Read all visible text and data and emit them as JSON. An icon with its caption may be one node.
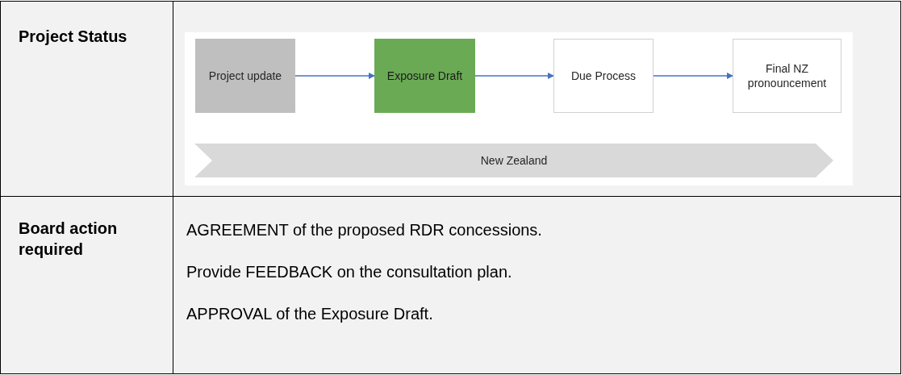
{
  "diagram": {
    "nodes": [
      {
        "text": [
          "Project update"
        ]
      },
      {
        "text": [
          "Exposure Draft"
        ]
      },
      {
        "text": [
          "Due Process"
        ]
      },
      {
        "text": [
          "Final NZ pronouncement"
        ]
      },
      {
        "text": [
          "New Zealand"
        ]
      }
    ],
    "edges": [
      {
        "from": 0,
        "to": 1,
        "arrow": "to"
      },
      {
        "from": 1,
        "to": 2,
        "arrow": "to"
      },
      {
        "from": 2,
        "to": 3,
        "arrow": "to"
      }
    ],
    "labels": [
      "Project Status",
      "Board action required",
      "AGREEMENT of the proposed RDR concessions.",
      "Provide FEEDBACK on the consultation plan.",
      "APPROVAL of the Exposure Draft."
    ]
  }
}
